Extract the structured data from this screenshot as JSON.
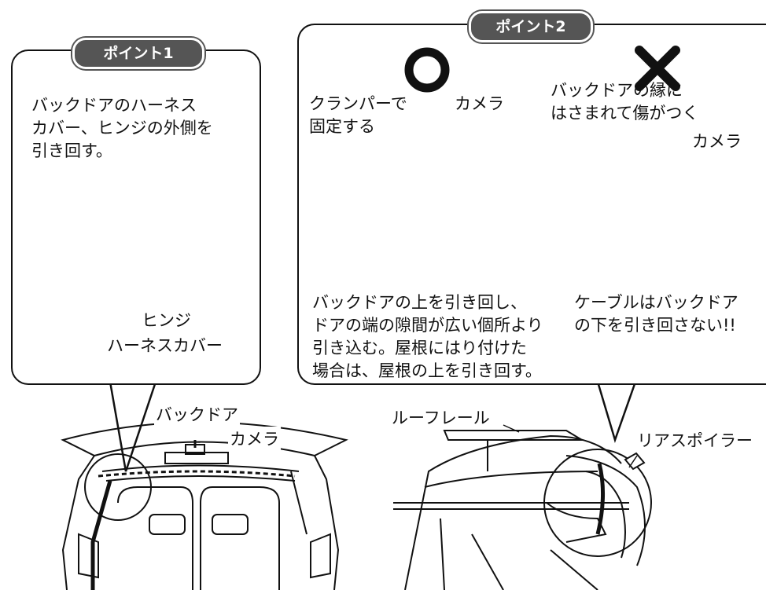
{
  "point1": {
    "badge": "ポイント1",
    "instruction": [
      "バックドアのハーネス",
      "カバー、ヒンジの外側を",
      "引き回す。"
    ],
    "label_hinge": "ヒンジ",
    "label_harness_cover": "ハーネスカバー"
  },
  "point2": {
    "badge": "ポイント2",
    "ok_symbol": "〇",
    "ng_symbol": "✕",
    "ok_callout": [
      "クランパーで",
      "固定する"
    ],
    "ok_camera": "カメラ",
    "ng_callout": [
      "バックドアの縁に",
      "はさまれて傷がつく"
    ],
    "ng_camera": "カメラ",
    "ok_caption": [
      "バックドアの上を引き回し、",
      "ドアの端の隙間が広い個所より",
      "引き込む。屋根にはり付けた",
      "場合は、屋根の上を引き回す。"
    ],
    "ng_caption": [
      "ケーブルはバックドア",
      "の下を引き回さない!!"
    ]
  },
  "bottom": {
    "label_backdoor": "バックドア",
    "label_camera": "カメラ",
    "label_roof_rail": "ルーフレール",
    "label_rear_spoiler": "リアスポイラー"
  }
}
